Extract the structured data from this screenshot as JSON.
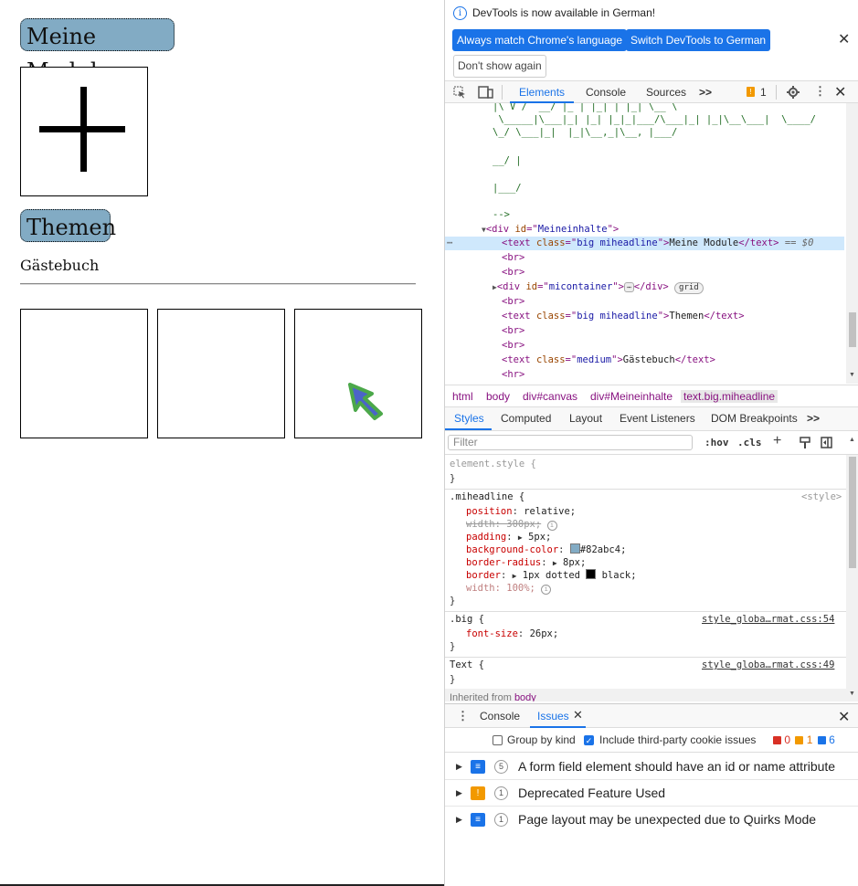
{
  "page": {
    "headline1": "Meine Module",
    "headline2": "Themen",
    "guestbook_label": "Gästebuch"
  },
  "devtools": {
    "infobar": {
      "message": "DevTools is now available in German!",
      "btn_match": "Always match Chrome's language",
      "btn_switch": "Switch DevTools to German",
      "btn_dont_show": "Don't show again"
    },
    "tabs": [
      "Elements",
      "Console",
      "Sources"
    ],
    "more_tabs": ">>",
    "issue_count": "1",
    "dom": {
      "ascii1": "|\\ V /  __/ |_ | |_| | |_| \\__ \\",
      "ascii2": " \\_____|\\___|_| |_| |_|_|___/\\___|_| |_|\\__\\___|  \\____/",
      "ascii3": "\\_/ \\___|_|  |_|\\__,_|\\__, |___/",
      "ascii4": "__/ |",
      "ascii5": "|___/",
      "comment_end": "-->",
      "selected_suffix": "== $0",
      "grid_badge": "grid",
      "ellipsis_badge": "⋯",
      "row_dots": "⋯"
    },
    "breadcrumbs": [
      "html",
      "body",
      "div#canvas",
      "div#Meineinhalte",
      "text.big.miheadline"
    ],
    "subtabs": [
      "Styles",
      "Computed",
      "Layout",
      "Event Listeners",
      "DOM Breakpoints"
    ],
    "filter_placeholder": "Filter",
    "hov": ":hov",
    "cls": ".cls",
    "styles": {
      "element_style": "element.style {",
      "close": "}",
      "miheadline_selector": ".miheadline {",
      "miheadline_source": "<style>",
      "prop_position": "position",
      "val_position": "relative;",
      "prop_width_struck": "width: 300px;",
      "prop_padding": "padding",
      "val_padding": "5px;",
      "prop_bg": "background-color",
      "val_bg": "#82abc4;",
      "bg_swatch_color": "#82abc4",
      "prop_radius": "border-radius",
      "val_radius": "8px;",
      "prop_border": "border",
      "val_border": "1px dotted",
      "val_border_color": "black;",
      "prop_width_dim": "width: 100%;",
      "big_selector": ".big {",
      "big_source": "style_globa…rmat.css:54",
      "prop_fontsize": "font-size",
      "val_fontsize": "26px;",
      "text_selector": "Text {",
      "text_source": "style_globa…rmat.css:49",
      "inherited_label": "Inherited from",
      "inherited_from": "body"
    },
    "drawer": {
      "tab_console": "Console",
      "tab_issues": "Issues",
      "group_by_kind": "Group by kind",
      "third_party": "Include third-party cookie issues",
      "count_errors": "0",
      "count_warnings": "1",
      "count_info": "6"
    },
    "issues": [
      {
        "count": "5",
        "text": "A form field element should have an id or name attribute",
        "kind": "info"
      },
      {
        "count": "1",
        "text": "Deprecated Feature Used",
        "kind": "warning"
      },
      {
        "count": "1",
        "text": "Page layout may be unexpected due to Quirks Mode",
        "kind": "info"
      }
    ],
    "colors": {
      "accent": "#1a73e8",
      "warning": "#f29900",
      "headline_bg": "#82abc4"
    }
  }
}
